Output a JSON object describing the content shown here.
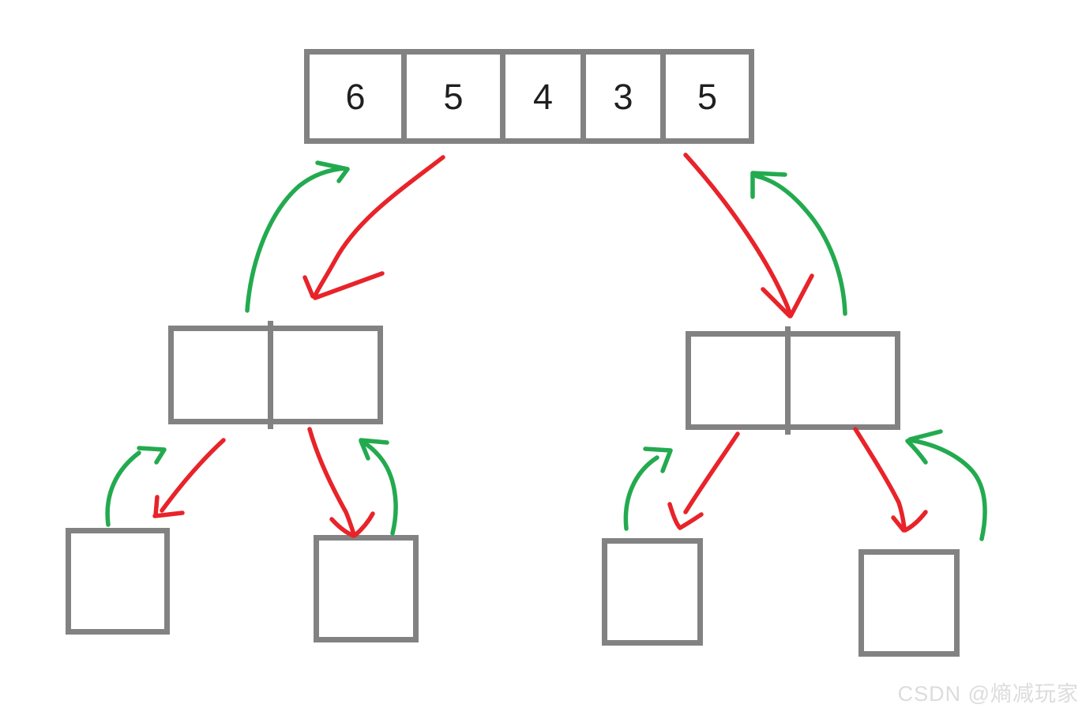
{
  "colors": {
    "box_border": "#828282",
    "split_arrow_red": "#e8232a",
    "merge_arrow_green": "#23aa4f",
    "digit": "#1f1f1f",
    "watermark": "#dcdcdc"
  },
  "top_array": {
    "values": [
      "6",
      "5",
      "4",
      "3",
      "5"
    ]
  },
  "mid_left_array": {
    "values": [
      "",
      ""
    ]
  },
  "mid_right_array": {
    "values": [
      "",
      ""
    ]
  },
  "bottom_boxes": {
    "values": [
      "",
      "",
      "",
      ""
    ]
  },
  "arrows": [
    {
      "name": "split-top-to-mid-left",
      "meaning": "divide",
      "color_role": "split_arrow_red"
    },
    {
      "name": "merge-mid-left-to-top",
      "meaning": "merge",
      "color_role": "merge_arrow_green"
    },
    {
      "name": "split-top-to-mid-right",
      "meaning": "divide",
      "color_role": "split_arrow_red"
    },
    {
      "name": "merge-mid-right-to-top",
      "meaning": "merge",
      "color_role": "merge_arrow_green"
    },
    {
      "name": "merge-leaf-a-to-mid-left",
      "meaning": "merge",
      "color_role": "merge_arrow_green"
    },
    {
      "name": "split-mid-left-to-leaf-a",
      "meaning": "divide",
      "color_role": "split_arrow_red"
    },
    {
      "name": "split-mid-left-to-leaf-b",
      "meaning": "divide",
      "color_role": "split_arrow_red"
    },
    {
      "name": "merge-leaf-b-to-mid-left",
      "meaning": "merge",
      "color_role": "merge_arrow_green"
    },
    {
      "name": "merge-leaf-c-to-mid-right",
      "meaning": "merge",
      "color_role": "merge_arrow_green"
    },
    {
      "name": "split-mid-right-to-leaf-c",
      "meaning": "divide",
      "color_role": "split_arrow_red"
    },
    {
      "name": "split-mid-right-to-leaf-d",
      "meaning": "divide",
      "color_role": "split_arrow_red"
    },
    {
      "name": "merge-leaf-d-to-mid-right",
      "meaning": "merge",
      "color_role": "merge_arrow_green"
    }
  ],
  "watermark": {
    "text": "CSDN @熵减玩家"
  }
}
